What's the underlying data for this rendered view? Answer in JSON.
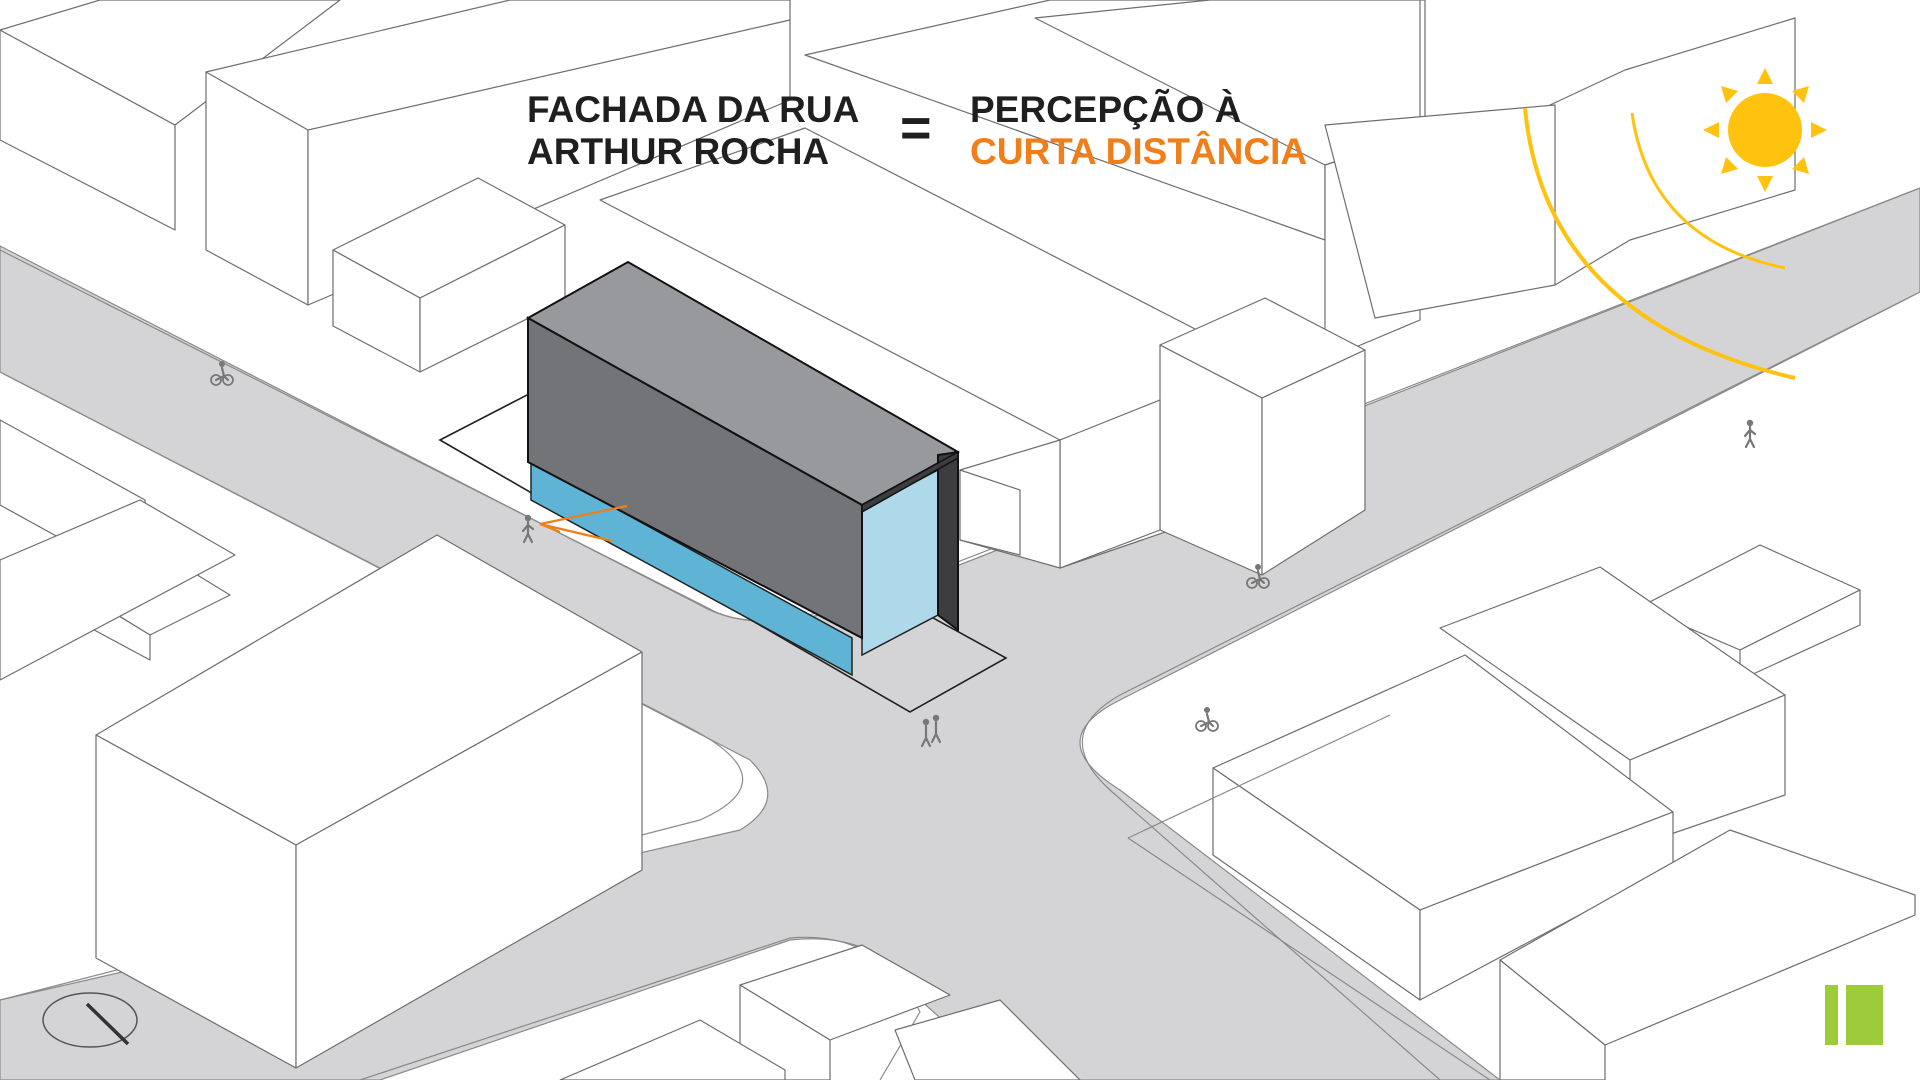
{
  "title": {
    "left_line1": "FACHADA DA RUA",
    "left_line2": "ARTHUR ROCHA",
    "equals": "=",
    "right_line1": "PERCEPÇÃO À",
    "right_line2": "CURTA DISTÂNCIA"
  },
  "colors": {
    "title_dark": "#1f1f1f",
    "title_accent": "#ef7f1a",
    "sun": "#ffc20e",
    "sun_arc": "#ffc20e",
    "road": "#d4d4d6",
    "building_top": "#98999c",
    "building_side": "#737478",
    "building_end": "#3d3d40",
    "glass_front": "#5fb3d5",
    "glass_end": "#aed9ea",
    "sight_cone": "#ef7f1a",
    "logo": "#9dcb3b"
  },
  "icons": {
    "sun": "sun-icon",
    "north_arrow": "north-arrow-icon",
    "logo": "logo-mark-icon",
    "pedestrian": "pedestrian-icon",
    "cyclist": "cyclist-icon"
  }
}
